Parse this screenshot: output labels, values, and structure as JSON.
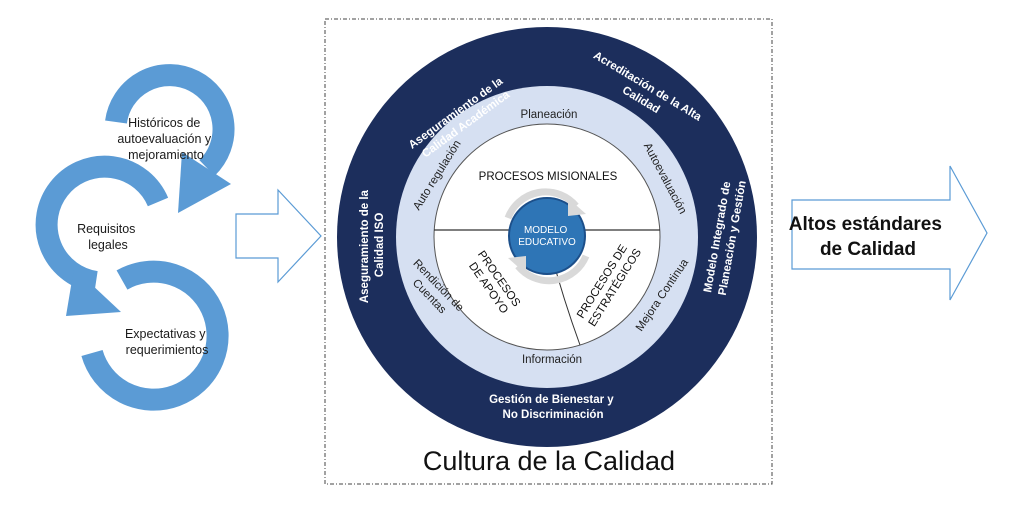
{
  "cycle": {
    "step1": [
      "Históricos de",
      "autoevaluación y",
      "mejoramiento"
    ],
    "step2": [
      "Requisitos",
      "legales"
    ],
    "step3": [
      "Expectativas y",
      "requerimientos"
    ]
  },
  "wheel": {
    "outer_ring": {
      "top_left": [
        "Aseguramiento de la",
        "Calidad Académica"
      ],
      "top_right": [
        "Acreditación de la Alta",
        "Calidad"
      ],
      "left": [
        "Aseguramiento de la",
        "Calidad ISO"
      ],
      "right": [
        "Modelo Integrado de",
        "Planeación y Gestión"
      ],
      "bottom": [
        "Gestión de Bienestar y",
        "No Discriminación"
      ]
    },
    "middle_ring": {
      "top": "Planeación",
      "bottom": "Información",
      "upper_left": "Auto regulación",
      "upper_right": "Autoevaluación",
      "lower_left": [
        "Rendición de",
        "Cuentas"
      ],
      "lower_right": "Mejora Continua"
    },
    "inner": {
      "top": "PROCESOS MISIONALES",
      "left": [
        "PROCESOS",
        "DE APOYO"
      ],
      "right": [
        "PROCESOS DE",
        "ESTRATÉGICOS"
      ]
    },
    "center": [
      "MODELO",
      "EDUCATIVO"
    ]
  },
  "culture_label": "Cultura de la Calidad",
  "result": [
    "Altos estándares",
    "de Calidad"
  ],
  "colors": {
    "navy": "#1c2e5c",
    "light_ring": "#d6e0f2",
    "cycle_blue": "#5b9bd5",
    "center_blue": "#2e75b6"
  }
}
